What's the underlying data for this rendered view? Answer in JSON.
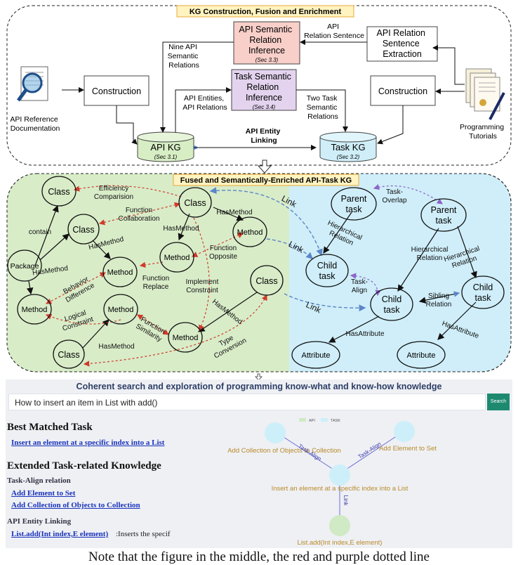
{
  "top_panel": {
    "title": "KG Construction, Fusion and Enrichment",
    "api_sem_title_lines": [
      "API Semantic",
      "Relation",
      "Inference"
    ],
    "api_sem_sec": "(Sec 3.3)",
    "api_rel_sentence_lines": [
      "API",
      "Relation Sentence"
    ],
    "api_rel_extract_lines": [
      "API Relation",
      "Sentence",
      "Extraction"
    ],
    "nine_relations_lines": [
      "Nine API",
      "Semantic",
      "Relations"
    ],
    "task_sem_title_lines": [
      "Task Semantic",
      "Relation",
      "Inference"
    ],
    "task_sem_sec": "(Sec 3.4)",
    "api_entities_lines": [
      "API Entities,",
      "API Relations"
    ],
    "two_task_lines": [
      "Two Task",
      "Semantic",
      "Relations"
    ],
    "construction_left": "Construction",
    "construction_right": "Construction",
    "api_ref_doc_lines": [
      "API Reference",
      "Documentation"
    ],
    "programming_tutorials_lines": [
      "Programming",
      "Tutorials"
    ],
    "api_kg": "API KG",
    "api_kg_sec": "(Sec 3.1)",
    "task_kg": "Task KG",
    "task_kg_sec": "(Sec 3.2)",
    "api_entity_linking_lines": [
      "API Entity",
      "Linking"
    ]
  },
  "middle_panel": {
    "title": "Fused and Semantically-Enriched API-Task KG",
    "nodes": {
      "class": "Class",
      "method": "Method",
      "package": "Package",
      "parent_task_lines": [
        "Parent",
        "task"
      ],
      "child_task_lines": [
        "Child",
        "task"
      ],
      "attribute": "Attribute"
    },
    "labels": {
      "efficiency_lines": [
        "Efficiency",
        "Comparision"
      ],
      "function_collab_lines": [
        "Function",
        "Collaboration"
      ],
      "has_method": "HasMethod",
      "contain": "contain",
      "function_opposite_lines": [
        "Function",
        "Opposite"
      ],
      "behavior_diff_lines": [
        "Behavior",
        "Difference"
      ],
      "function_replace_lines": [
        "Function",
        "Replace"
      ],
      "implement_constraint_lines": [
        "Implement",
        "Constraint"
      ],
      "logical_constraint_lines": [
        "Logical",
        "Constraint"
      ],
      "function_similarity_lines": [
        "Function",
        "Similarity"
      ],
      "type_conversion_lines": [
        "Type",
        "Conversion"
      ],
      "link": "Link",
      "task_overlap_lines": [
        "Task-",
        "Overlap"
      ],
      "hierarchical_relation_lines": [
        "Hierarchical",
        "Relation"
      ],
      "task_align_lines": [
        "Task-",
        "Align"
      ],
      "sibling_relation_lines": [
        "Sibling",
        "Relation"
      ],
      "has_attribute": "HasAttribute"
    }
  },
  "ui": {
    "title": "Coherent search and exploration of programming know-what and know-how knowledge",
    "search_value": "How to insert an item in List with add()",
    "search_button": "Search",
    "best_matched_heading": "Best Matched Task",
    "best_matched_link": "Insert an element at a specific index into a List",
    "extended_heading": "Extended Task-related Knowledge",
    "task_align_heading": "Task-Align relation",
    "task_align_links": [
      "Add Element to Set",
      "Add Collection of Objects to Collection"
    ],
    "api_linking_heading": "API Entity Linking",
    "api_link": "List.add(Int index,E element)",
    "api_link_desc": ":Inserts the specif",
    "graph": {
      "legend": [
        "API",
        "TASK"
      ],
      "node_left": "Add Collection of Objects to Collection",
      "node_right": "Add Element to Set",
      "node_center": "Insert an element at a specific index into a List",
      "node_bottom": "List.add(Int index,E element)",
      "edge_task_align": "Task-Align",
      "edge_link": "Link",
      "colors": {
        "task": "#cdeffa",
        "api": "#cfeac4"
      }
    }
  },
  "caption": "Note that the figure in the middle, the red and purple dotted line",
  "colors": {
    "top_bg": "#ffffff",
    "api_sem_fill": "#f8cfc9",
    "task_sem_fill": "#e3d3ee",
    "api_kg_fill": "#d7edc4",
    "task_kg_fill": "#cfeef8",
    "green_panel": "#d8ecc8",
    "blue_panel": "#cfeef9",
    "title_tag_fill": "#fff3c0",
    "title_tag_border": "#e8a93a",
    "red_edge": "#d03a2a",
    "purple_edge": "#8c64c8",
    "blue_edge": "#5b86c8"
  }
}
